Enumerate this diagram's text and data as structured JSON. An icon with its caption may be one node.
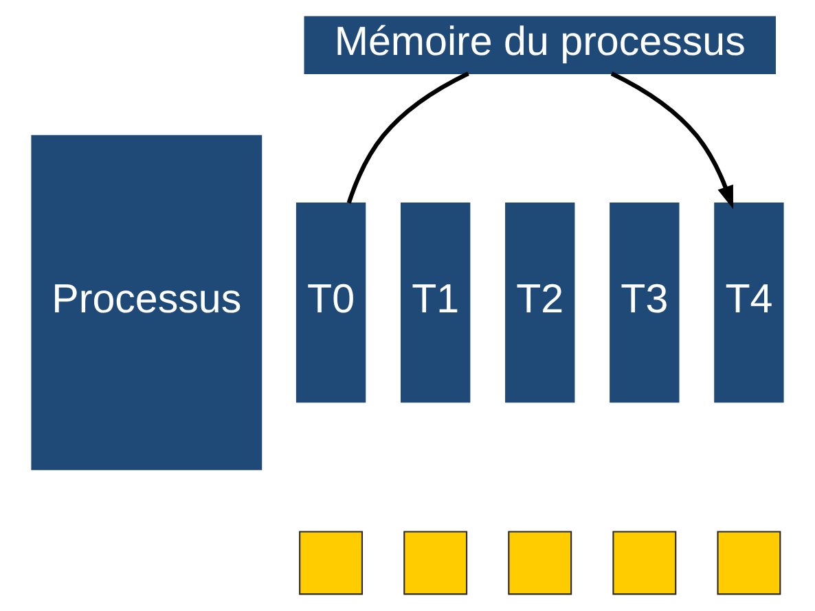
{
  "diagram": {
    "nodes": [
      {
        "text": [
          "Processus"
        ]
      },
      {
        "text": [
          "Mémoire du processus"
        ]
      },
      {
        "text": [
          "T0"
        ]
      },
      {
        "text": [
          "T1"
        ]
      },
      {
        "text": [
          "T2"
        ]
      },
      {
        "text": [
          "T3"
        ]
      },
      {
        "text": [
          "T4"
        ]
      },
      {
        "text": [],
        "shape": "box"
      },
      {
        "text": [],
        "shape": "box"
      },
      {
        "text": [],
        "shape": "box"
      },
      {
        "text": [],
        "shape": "box"
      },
      {
        "text": [],
        "shape": "box"
      }
    ],
    "edges": [
      {
        "from": 2,
        "to": 1,
        "arrow": "none"
      },
      {
        "from": 1,
        "to": 6,
        "arrow": "to"
      }
    ]
  }
}
